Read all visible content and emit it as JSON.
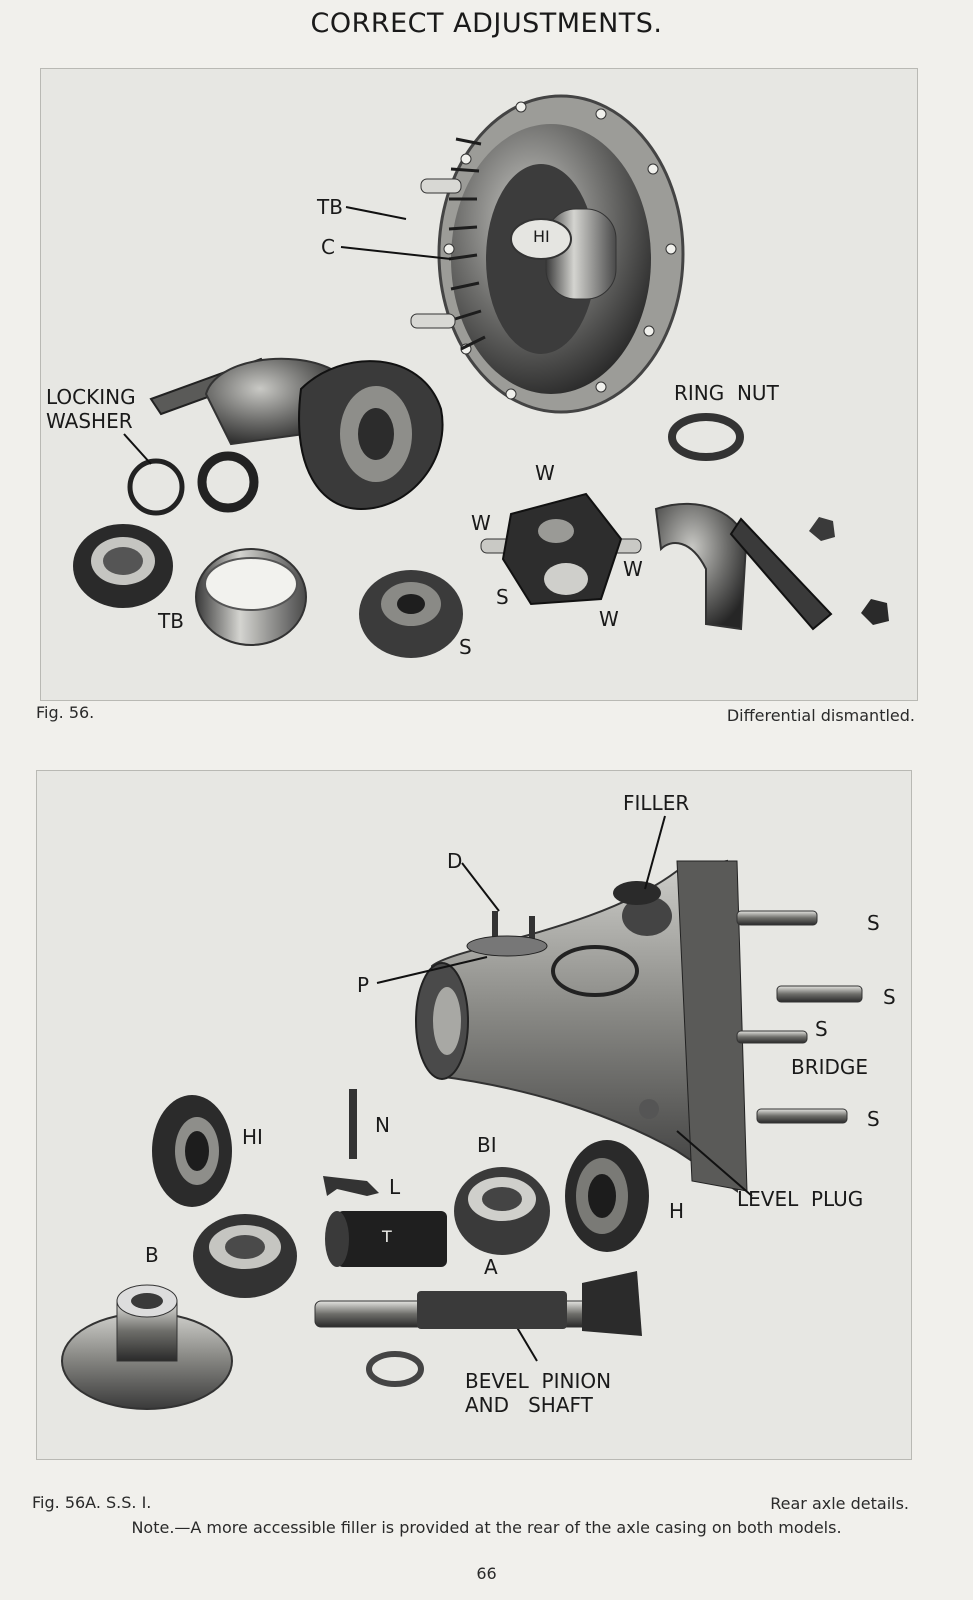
{
  "page": {
    "title": "CORRECT ADJUSTMENTS.",
    "page_number": "66",
    "note": "Note.—A more accessible filler is provided at the rear of the axle casing on both models."
  },
  "fig56": {
    "number": "Fig. 56.",
    "caption": "Differential dismantled.",
    "labels": {
      "tb_top": "TB",
      "c": "C",
      "hi": "HI",
      "locking_washer": "LOCKING\nWASHER",
      "ring_nut": "RING  NUT",
      "w_top": "W",
      "w_left": "W",
      "w_right": "W",
      "w_bottom": "W",
      "s_center": "S",
      "s_bottom": "S",
      "tb_bottom": "TB"
    }
  },
  "fig56a": {
    "number": "Fig. 56A.  S.S. I.",
    "caption": "Rear axle details.",
    "labels": {
      "filler": "FILLER",
      "d": "D",
      "p": "P",
      "s1": "S",
      "s2": "S",
      "s3": "S",
      "s4": "S",
      "bridge": "BRIDGE",
      "n": "N",
      "hi": "HI",
      "bi": "BI",
      "l": "L",
      "h": "H",
      "level_plug": "LEVEL  PLUG",
      "b": "B",
      "t": "T",
      "a": "A",
      "bevel_pinion": "BEVEL  PINION\nAND   SHAFT"
    }
  },
  "colors": {
    "paper": "#f1f0ec",
    "photo_bg": "#e7e7e3",
    "metal_dark": "#2b2b2b",
    "metal_mid": "#6d6d6b",
    "metal_light": "#b4b4b0"
  }
}
